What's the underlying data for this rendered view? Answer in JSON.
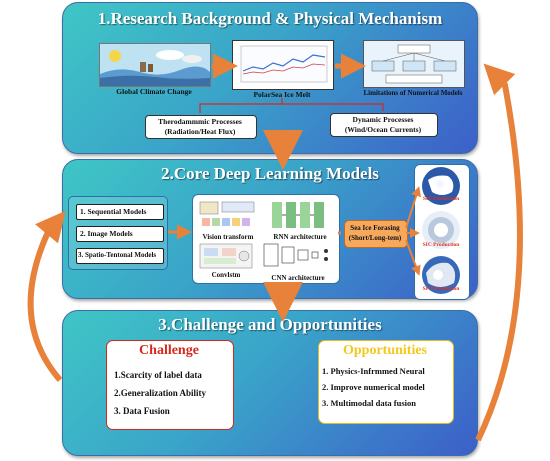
{
  "section1": {
    "title": "1.Research Background & Physical Mechanism",
    "images": [
      "Global Climate Change",
      "PolarSea Ice Melt",
      "Limitations of Numerical Models"
    ],
    "processes": [
      {
        "line1": "Therodammmic Processes",
        "line2": "(Radiation/Heat Flux)"
      },
      {
        "line1": "Dynamic Processes",
        "line2": "(Wind/Ocean Currents)"
      }
    ]
  },
  "section2": {
    "title": "2.Core Deep Learning Models",
    "models": [
      "1. Sequential Models",
      "2. Image Models",
      "3. Spatio-Tentonal Models"
    ],
    "architectures": [
      "Vision transform",
      "RNN architecture",
      "Convlstm",
      "CNN architecture"
    ],
    "forecast": {
      "line1": "Sea Ice Forasing",
      "line2": "(Short/Long-tem)"
    },
    "predictions": [
      "SIT Production",
      "SIC Production",
      "SIV Production"
    ]
  },
  "section3": {
    "title": "3.Challenge and Opportunities",
    "challenge": {
      "heading": "Challenge",
      "items": [
        "1.Scarcity of label data",
        "2.Generalization Ability",
        "3. Data Fusion"
      ]
    },
    "opportunities": {
      "heading": "Opportunities",
      "items": [
        "1. Physics-Infrmmed Neural",
        "2. Improve numerical model",
        "3. Multimodal data fusion"
      ]
    }
  },
  "colors": {
    "arrow": "#e8823a",
    "challenge_heading": "#d42a1e",
    "opportunities_heading": "#f3c81d"
  }
}
